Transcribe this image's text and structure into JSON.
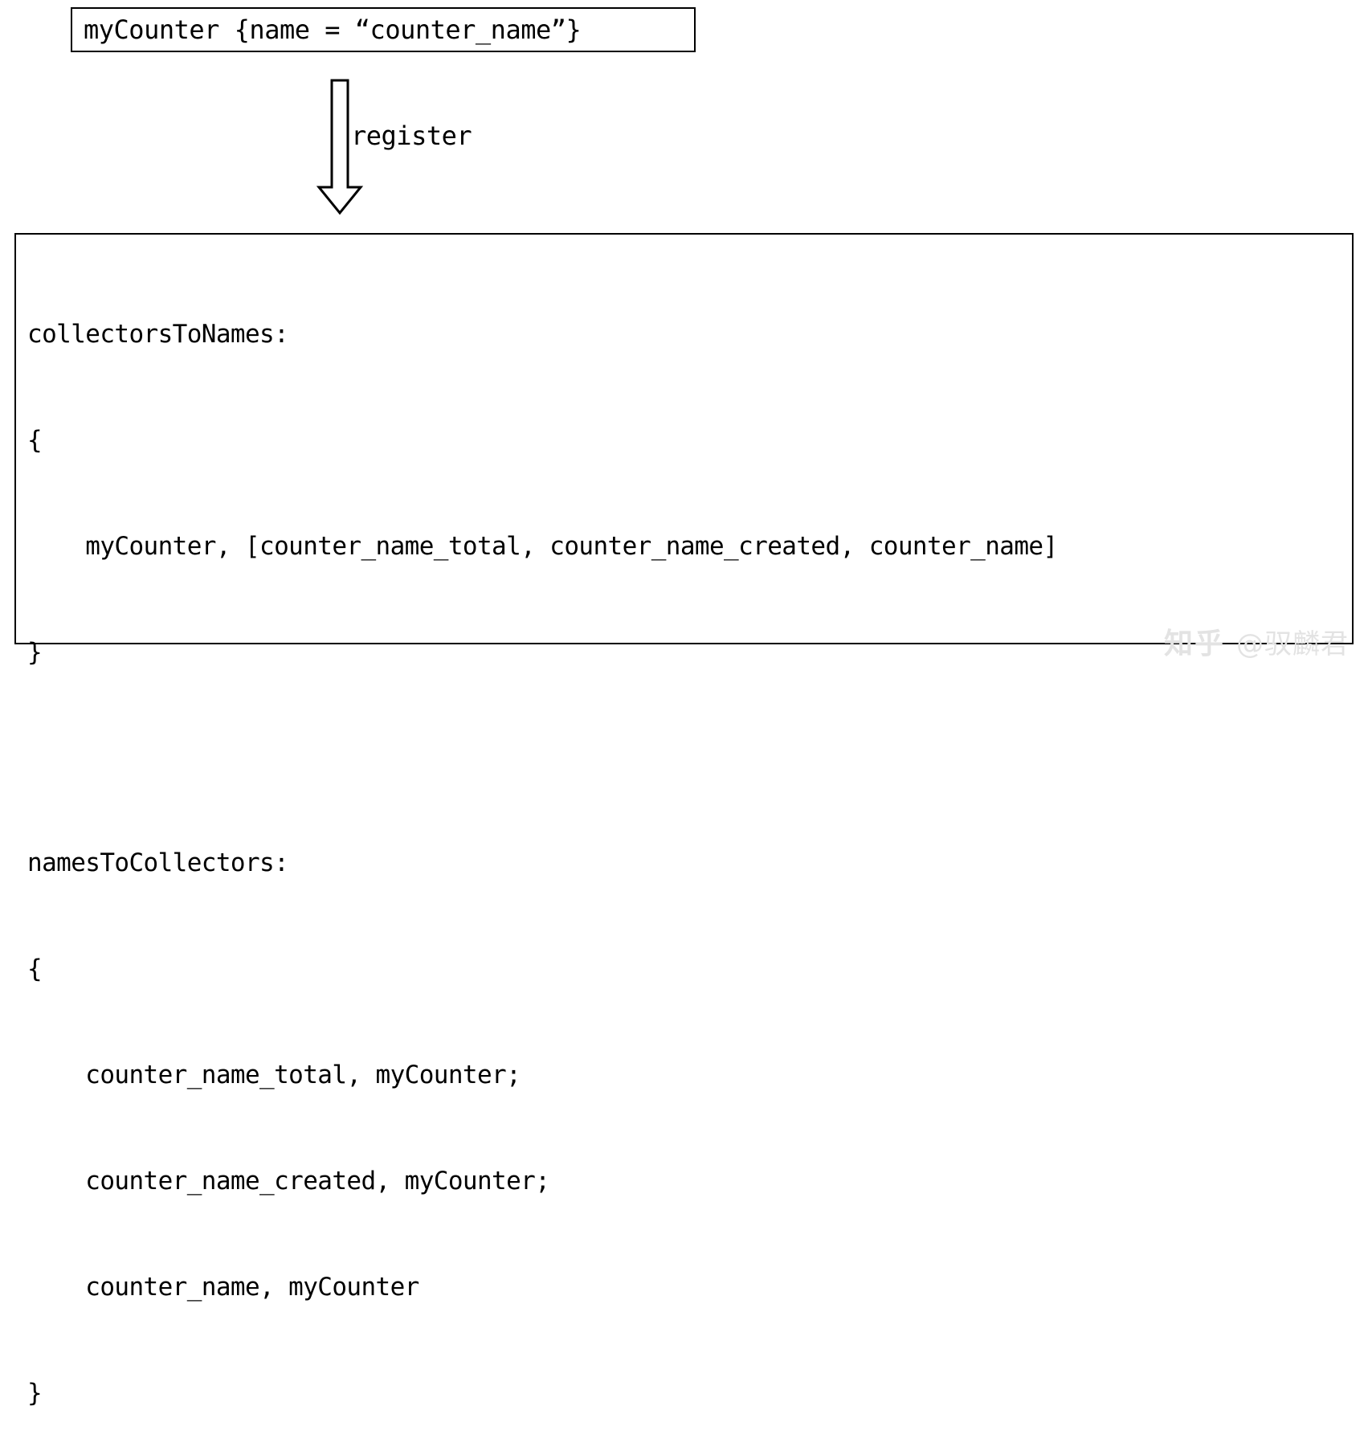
{
  "diagram": {
    "title": "Prometheus collector registry mapping",
    "top_box": {
      "text": "myCounter {name = “counter_name”}"
    },
    "arrow": {
      "icon": "down-block-arrow-icon",
      "label": "register",
      "direction": "down"
    },
    "map_box": {
      "lines": [
        "collectorsToNames:",
        "{",
        "    myCounter, [counter_name_total, counter_name_created, counter_name]",
        "}",
        "",
        "namesToCollectors:",
        "{",
        "    counter_name_total, myCounter;",
        "    counter_name_created, myCounter;",
        "    counter_name, myCounter",
        "}"
      ]
    }
  },
  "watermark": {
    "logo": "知乎",
    "handle": "@驭麟君",
    "color": "#e3e3e3"
  },
  "colors": {
    "background": "#ffffff",
    "stroke": "#000000",
    "text": "#000000"
  }
}
